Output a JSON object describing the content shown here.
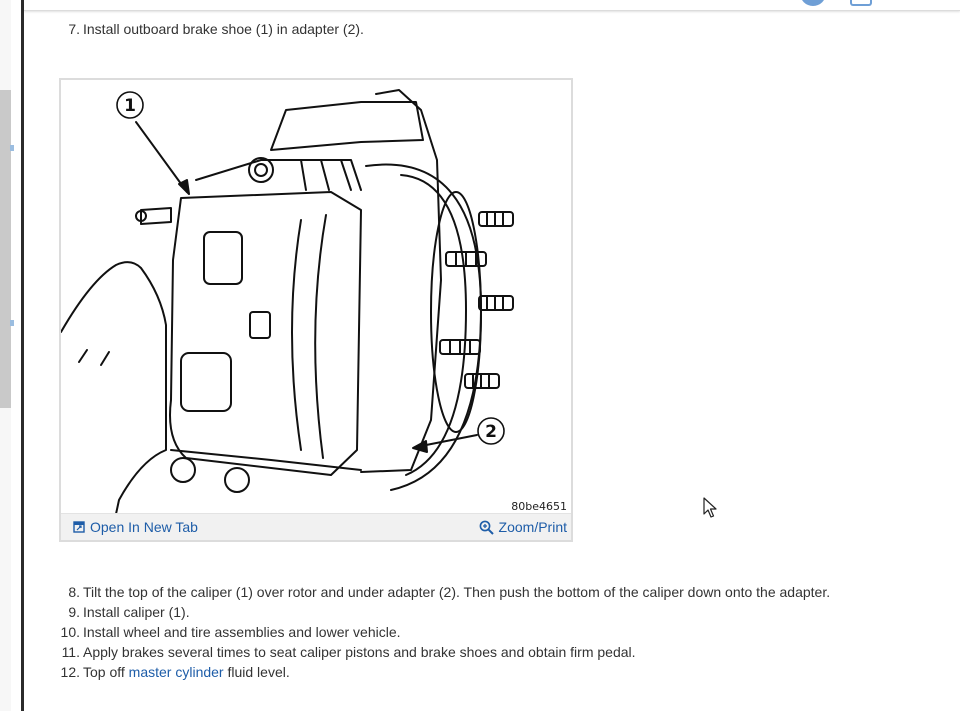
{
  "steps_before": [
    {
      "num": "7.",
      "text": "Install outboard brake shoe (1) in adapter (2)."
    }
  ],
  "figure": {
    "id_label": "80be4651",
    "callouts": [
      "1",
      "2"
    ],
    "open_label": "Open In New Tab",
    "zoom_label": "Zoom/Print"
  },
  "steps_after": [
    {
      "num": "8.",
      "text": "Tilt the top of the caliper (1) over rotor and under adapter (2). Then push the bottom of the caliper down onto the adapter."
    },
    {
      "num": "9.",
      "text": "Install caliper (1)."
    },
    {
      "num": "10.",
      "text": "Install wheel and tire assemblies and lower vehicle."
    },
    {
      "num": "11.",
      "text": "Apply brakes several times to seat caliper pistons and brake shoes and obtain firm pedal."
    },
    {
      "num": "12.",
      "text_before": "Top off ",
      "link": "master cylinder",
      "text_after": " fluid level."
    }
  ],
  "icons": {
    "open": "open-in-new-tab-icon",
    "zoom": "zoom-in-icon",
    "cursor": "mouse-pointer-icon"
  },
  "colors": {
    "link": "#1e5da8",
    "text": "#333333"
  }
}
